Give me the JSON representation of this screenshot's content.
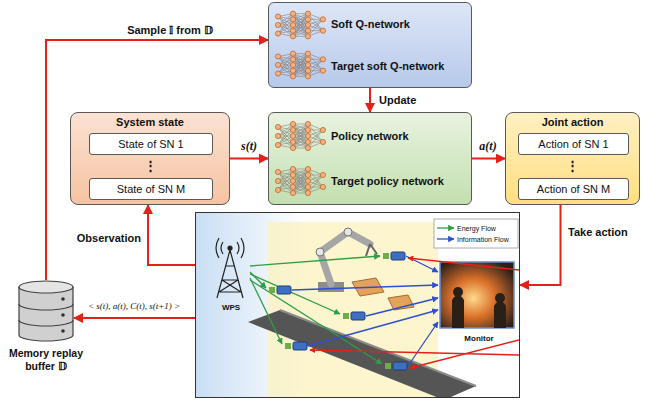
{
  "diagram": {
    "nodes": [
      {
        "text": [
          "Soft Q-network",
          "Target soft Q-network"
        ]
      },
      {
        "text": [
          "System state"
        ]
      },
      {
        "text": [
          "State of SN 1"
        ],
        "in": 1
      },
      {
        "text": [
          "State of SN M"
        ],
        "in": 1
      },
      {
        "text": [
          "Policy network",
          "Target policy network"
        ]
      },
      {
        "text": [
          "Joint action"
        ]
      },
      {
        "text": [
          "Action of SN 1"
        ],
        "in": 5
      },
      {
        "text": [
          "Action of SN M"
        ],
        "in": 5
      },
      {
        "text": [
          "Memory replay buffer 𝔻"
        ]
      },
      {
        "text": [
          "WPS",
          "Monitor"
        ]
      }
    ],
    "edges": [
      {
        "from": 8,
        "to": 0,
        "label": "Sample 𝕀 from 𝔻",
        "arrow": "to"
      },
      {
        "from": 0,
        "to": 4,
        "label": "Update",
        "arrow": "to"
      },
      {
        "from": 1,
        "to": 4,
        "label": "s(t)",
        "arrow": "to"
      },
      {
        "from": 4,
        "to": 5,
        "label": "a(t)",
        "arrow": "to"
      },
      {
        "from": 5,
        "to": 9,
        "label": "Take action",
        "arrow": "to"
      },
      {
        "from": 9,
        "to": 1,
        "label": "Observation",
        "arrow": "to"
      },
      {
        "from": 9,
        "to": 8,
        "label": "< s(t), a(t), C(t), s(t+1) >",
        "arrow": "to"
      }
    ],
    "labels": [
      "⋮",
      "⋮"
    ],
    "legend": [
      {
        "text": "Energy Flow"
      },
      {
        "text": "Information Flow"
      }
    ]
  }
}
